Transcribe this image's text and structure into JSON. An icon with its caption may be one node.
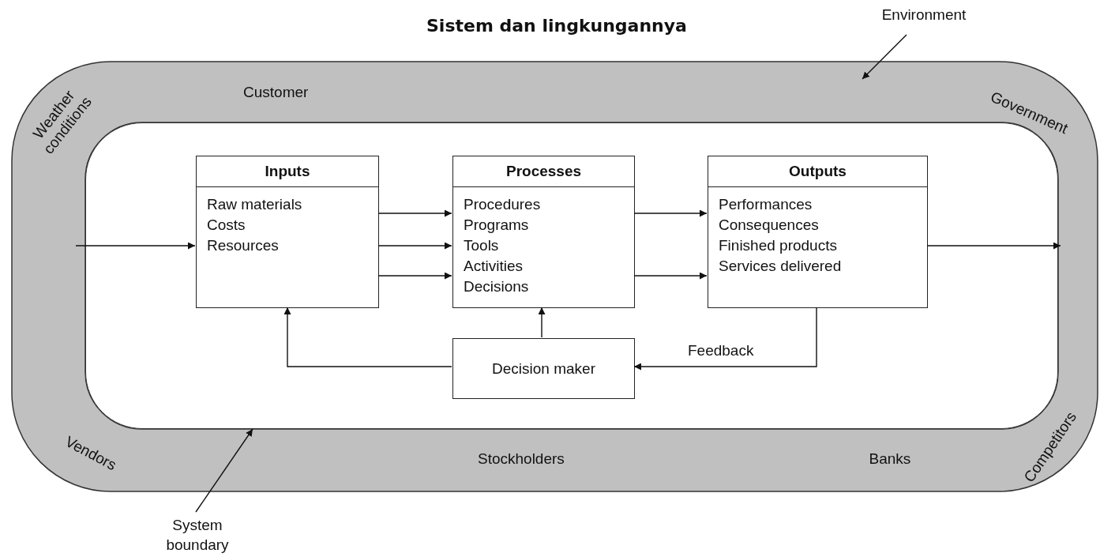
{
  "diagram": {
    "title": "Sistem dan lingkungannya",
    "nodes": [
      {
        "text": [
          "Weather conditions",
          "Customer",
          "Government",
          "Vendors",
          "Stockholders",
          "Banks",
          "Competitors"
        ]
      },
      {
        "text": [],
        "shape": "box",
        "in": 0
      },
      {
        "text": [
          "Inputs",
          "Raw materials Costs Resources"
        ],
        "in": 1
      },
      {
        "text": [
          "Processes",
          "Procedures Programs Tools Activities Decisions"
        ],
        "in": 1
      },
      {
        "text": [
          "Outputs",
          "Performances Consequences Finished products Services delivered"
        ],
        "in": 1
      },
      {
        "text": [
          "Decision maker"
        ],
        "in": 1
      },
      {
        "text": [
          "Environment"
        ]
      },
      {
        "text": [
          "System boundary"
        ]
      }
    ],
    "edges": [
      {
        "from": 0,
        "to": 2,
        "arrow": "to"
      },
      {
        "from": 2,
        "to": 3,
        "arrow": "to"
      },
      {
        "from": 2,
        "to": 3,
        "arrow": "to"
      },
      {
        "from": 2,
        "to": 3,
        "arrow": "to"
      },
      {
        "from": 3,
        "to": 4,
        "arrow": "to"
      },
      {
        "from": 3,
        "to": 4,
        "arrow": "to"
      },
      {
        "from": 4,
        "to": 0,
        "arrow": "to"
      },
      {
        "from": 4,
        "to": 5,
        "arrow": "to",
        "label": "Feedback"
      },
      {
        "from": 5,
        "to": 2,
        "arrow": "to"
      },
      {
        "from": 5,
        "to": 3,
        "arrow": "to"
      },
      {
        "from": 6,
        "to": 0,
        "arrow": "to"
      },
      {
        "from": 7,
        "to": 1,
        "arrow": "to"
      }
    ]
  }
}
